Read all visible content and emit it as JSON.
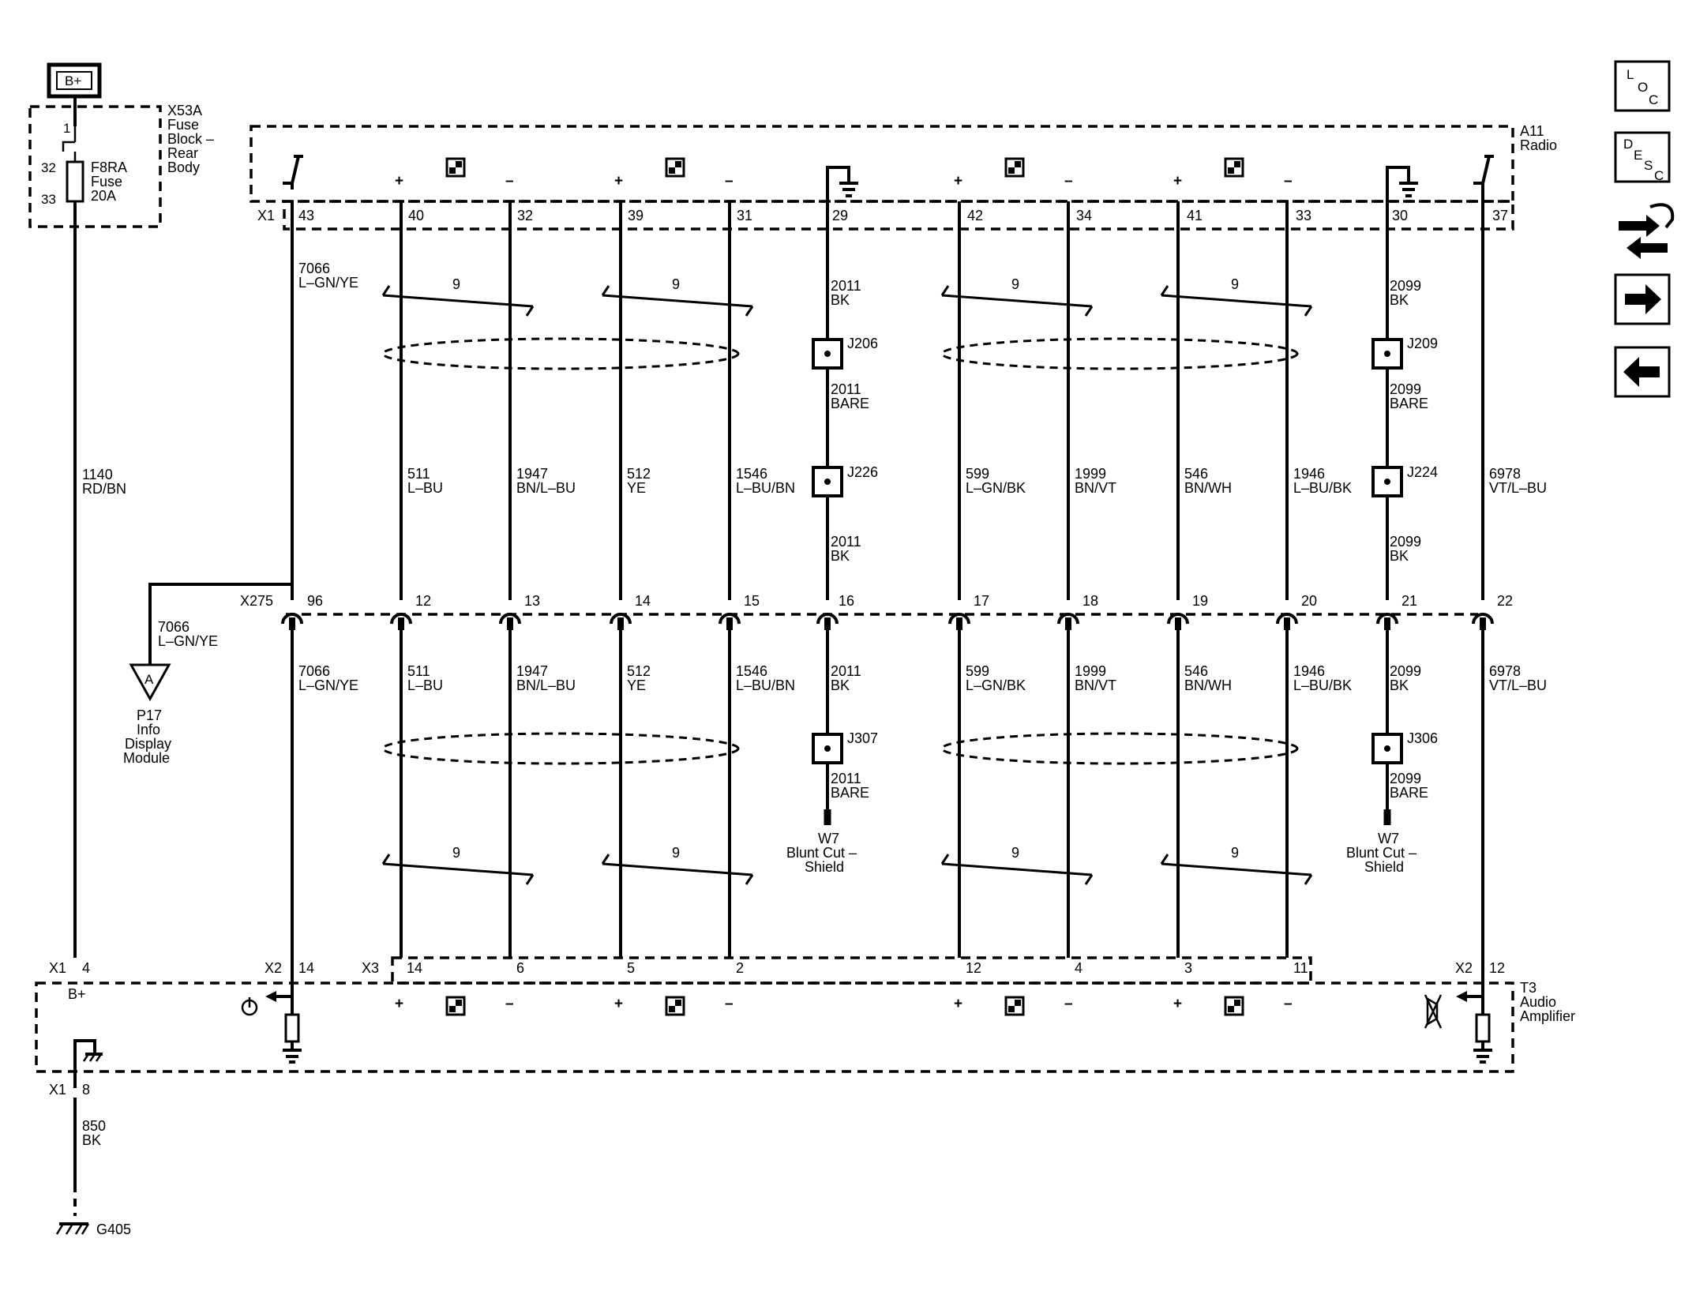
{
  "power": {
    "label": "B+"
  },
  "fuse_block": {
    "ref": "X53A",
    "name": [
      "Fuse",
      "Block –",
      "Rear",
      "Body"
    ],
    "pin_top": "1",
    "pin_a": "32",
    "pin_b": "33",
    "fuse_name": [
      "F8RA",
      "Fuse",
      "20A"
    ]
  },
  "radio": {
    "ref": "A11",
    "name": "Radio",
    "connector": "X1",
    "pins": [
      "43",
      "40",
      "32",
      "39",
      "31",
      "29",
      "42",
      "34",
      "41",
      "33",
      "30",
      "37"
    ]
  },
  "amplifier": {
    "ref": "T3",
    "name": [
      "Audio",
      "Amplifier"
    ],
    "bplus_label": "B+",
    "conn_x1": "X1",
    "pin_x1": "4",
    "conn_x2a": "X2",
    "pin_x2a": "14",
    "conn_x3": "X3",
    "x3_pins": [
      "14",
      "6",
      "5",
      "2",
      "12",
      "4",
      "3",
      "11"
    ],
    "conn_x2b": "X2",
    "pin_x2b": "12",
    "ground_conn": "X1",
    "ground_pin": "8"
  },
  "inline": {
    "ref": "X275",
    "pins": [
      "96",
      "12",
      "13",
      "14",
      "15",
      "16",
      "17",
      "18",
      "19",
      "20",
      "21",
      "22"
    ]
  },
  "circuits": {
    "c1140": [
      "1140",
      "RD/BN"
    ],
    "c7066_top": [
      "7066",
      "L–GN/YE"
    ],
    "c7066_bot": [
      "7066",
      "L–GN/YE"
    ],
    "c7066_branch": [
      "7066",
      "L–GN/YE"
    ],
    "mid": [
      [
        "511",
        "L–BU"
      ],
      [
        "1947",
        "BN/L–BU"
      ],
      [
        "512",
        "YE"
      ],
      [
        "1546",
        "L–BU/BN"
      ],
      [
        "599",
        "L–GN/BK"
      ],
      [
        "1999",
        "BN/VT"
      ],
      [
        "546",
        "BN/WH"
      ],
      [
        "1946",
        "L–BU/BK"
      ],
      [
        "6978",
        "VT/L–BU"
      ]
    ],
    "low": [
      [
        "511",
        "L–BU"
      ],
      [
        "1947",
        "BN/L–BU"
      ],
      [
        "512",
        "YE"
      ],
      [
        "1546",
        "L–BU/BN"
      ],
      [
        "2011",
        "BK"
      ],
      [
        "599",
        "L–GN/BK"
      ],
      [
        "1999",
        "BN/VT"
      ],
      [
        "546",
        "BN/WH"
      ],
      [
        "1946",
        "L–BU/BK"
      ],
      [
        "2099",
        "BK"
      ],
      [
        "6978",
        "VT/L–BU"
      ]
    ],
    "c2011_top": [
      "2011",
      "BK"
    ],
    "c2011_bare": [
      "2011",
      "BARE"
    ],
    "c2011_mid": [
      "2011",
      "BK"
    ],
    "c2011_bare2": [
      "2011",
      "BARE"
    ],
    "c2099_top": [
      "2099",
      "BK"
    ],
    "c2099_bare": [
      "2099",
      "BARE"
    ],
    "c2099_mid": [
      "2099",
      "BK"
    ],
    "c2099_bare2": [
      "2099",
      "BARE"
    ],
    "c850": [
      "850",
      "BK"
    ]
  },
  "splices": {
    "j206": "J206",
    "j226": "J226",
    "j307": "J307",
    "j209": "J209",
    "j224": "J224",
    "j306": "J306"
  },
  "twist_label": "9",
  "shield_ends": {
    "left": [
      "W7",
      "Blunt Cut –",
      "Shield"
    ],
    "right": [
      "W7",
      "Blunt Cut –",
      "Shield"
    ]
  },
  "display_module": {
    "connector_letter": "A",
    "name": [
      "P17",
      "Info",
      "Display",
      "Module"
    ]
  },
  "ground": {
    "name": "G405"
  },
  "nav_buttons": {
    "loc": {
      "l": "L",
      "o": "O",
      "c": "C"
    },
    "desc": {
      "d": "D",
      "e": "E",
      "s": "S",
      "c": "C"
    }
  }
}
